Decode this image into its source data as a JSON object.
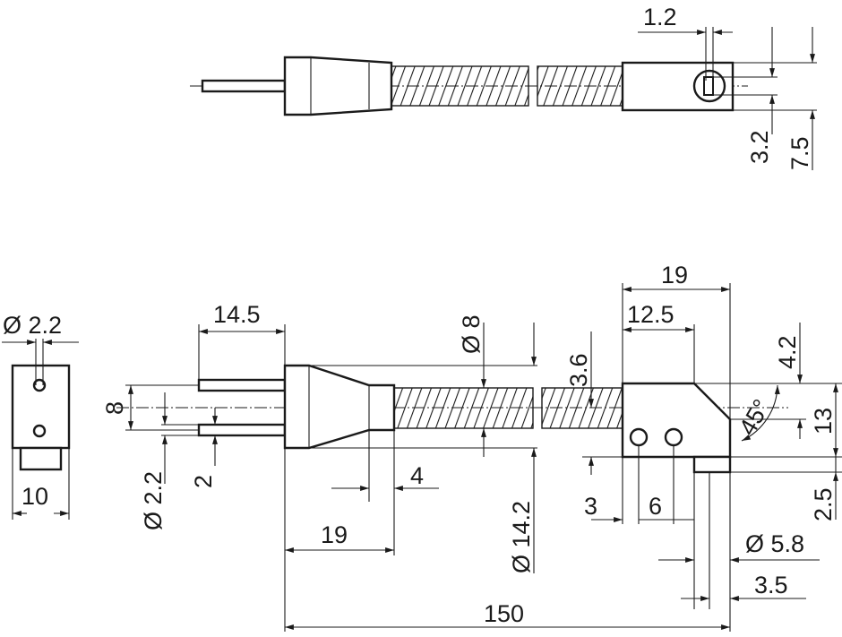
{
  "drawing": {
    "top_view": {
      "dim_gap": "1.2",
      "dim_height_small": "3.2",
      "dim_height_total": "7.5"
    },
    "side_view": {
      "dim_hole_dia": "Ø 2.2",
      "dim_width": "10"
    },
    "main_view": {
      "dim_pin_length": "14.5",
      "dim_pin_spacing": "8",
      "dim_pin_dia": "Ø 2.2",
      "dim_pin_offset": "2",
      "dim_cable_dia": "Ø 8",
      "dim_sleeve": "4",
      "dim_connector_length": "19",
      "dim_connector_dia": "Ø 14.2",
      "dim_head_length": "19",
      "dim_head_top": "12.5",
      "dim_head_offset": "3.6",
      "dim_chamfer": "4.2",
      "dim_angle": "45°",
      "dim_head_height": "13",
      "dim_hole_edge": "3",
      "dim_hole_pitch": "6",
      "dim_tab_height": "2.5",
      "dim_tab_dia": "Ø 5.8",
      "dim_tab_width": "3.5",
      "dim_total_length": "150"
    }
  }
}
